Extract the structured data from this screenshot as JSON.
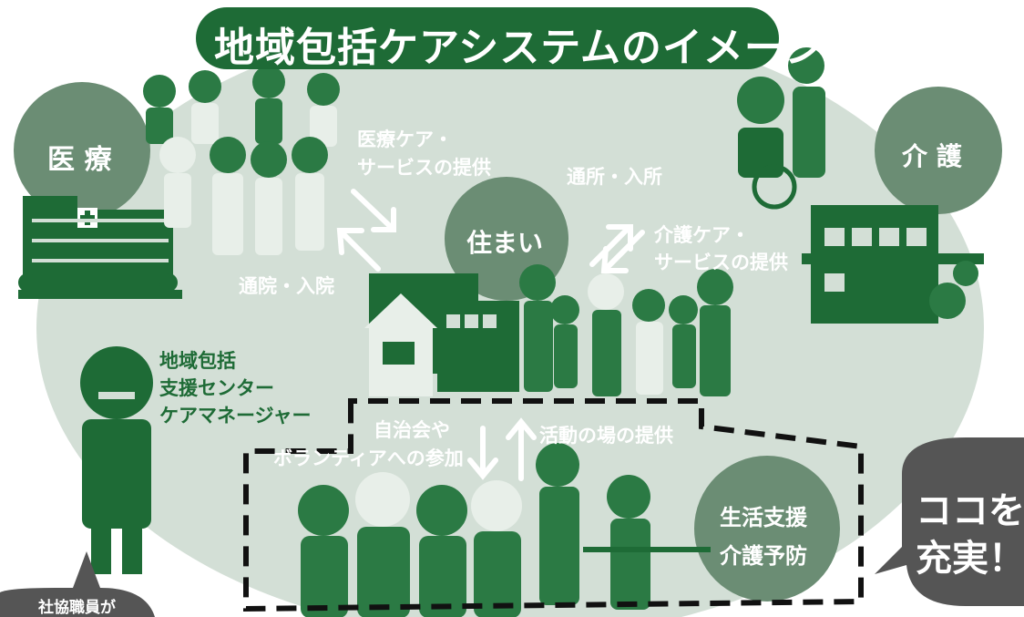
{
  "title": "地域包括ケアシステムのイメージ",
  "nodes": {
    "medical": "医 療",
    "care": "介 護",
    "home": "住まい",
    "support": [
      "生活支援",
      "介護予防"
    ]
  },
  "flows": {
    "medical_care": [
      "医療ケア・",
      "サービスの提供"
    ],
    "hospital": "通院・入院",
    "day_care": "通所・入所",
    "nursing_care": [
      "介護ケア・",
      "サービスの提供"
    ],
    "participation": [
      "自治会や",
      "ボランティアへの参加"
    ],
    "activity": "活動の場の提供"
  },
  "center_label": [
    "地域包括",
    "支援センター",
    "ケアマネージャー"
  ],
  "callout_main": [
    "ココを",
    "充実！"
  ],
  "callout_staff": "社協職員が",
  "colors": {
    "dark": "#1e6b36",
    "light_bg": "#cfdcd2",
    "mid": "#6b8d74",
    "bubble": "#555555"
  }
}
